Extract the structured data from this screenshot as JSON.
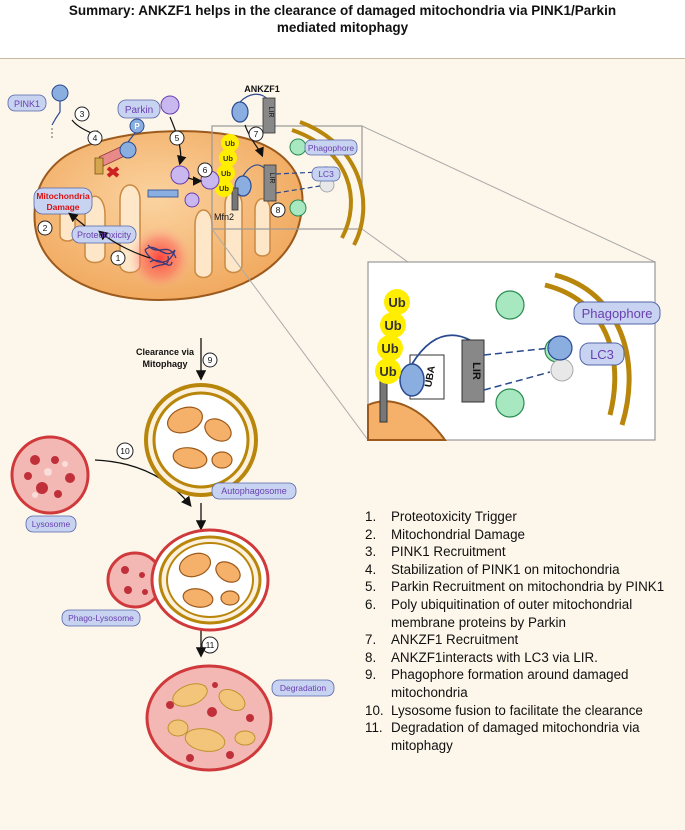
{
  "title_line1": "Summary: ANKZF1 helps in the clearance of damaged mitochondria via PINK1/Parkin",
  "title_line2": "mediated mitophagy",
  "labels": {
    "pink1": "PINK1",
    "parkin": "Parkin",
    "ankzf1": "ANKZF1",
    "lir": "LIR",
    "phagophore": "Phagophore",
    "lc3": "LC3",
    "mitochondria_damage_1": "Mitochondria",
    "mitochondria_damage_2": "Damage",
    "proteotoxicity": "Proteotoxicity",
    "mfn2": "Mfn2",
    "ub": "Ub",
    "uba": "UBA",
    "p": "P",
    "clearance_1": "Clearance via",
    "clearance_2": "Mitophagy",
    "autophagosome": "Autophagosome",
    "lysosome": "Lysosome",
    "phago_lysosome": "Phago-Lysosome",
    "degradation": "Degradation"
  },
  "steps": {
    "s1": "1",
    "s2": "2",
    "s3": "3",
    "s4": "4",
    "s5": "5",
    "s6": "6",
    "s7": "7",
    "s8": "8",
    "s9": "9",
    "s10": "10",
    "s11": "11"
  },
  "legend": [
    {
      "num": "1.",
      "text": "Proteotoxicity Trigger"
    },
    {
      "num": "2.",
      "text": "Mitochondrial Damage"
    },
    {
      "num": "3.",
      "text": "PINK1 Recruitment"
    },
    {
      "num": "4.",
      "text": "Stabilization of PINK1 on mitochondria"
    },
    {
      "num": "5.",
      "text": "Parkin Recruitment on mitochondria by PINK1"
    },
    {
      "num": "6.",
      "text": "Poly ubiquitination of outer mitochondrial membrane proteins by Parkin"
    },
    {
      "num": "7.",
      "text": "ANKZF1 Recruitment"
    },
    {
      "num": "8.",
      "text": "ANKZF1interacts with LC3 via LIR."
    },
    {
      "num": "9.",
      "text": "Phagophore formation around damaged mitochondria"
    },
    {
      "num": "10.",
      "text": "Lysosome fusion to facilitate the clearance"
    },
    {
      "num": "11.",
      "text": "Degradation of damaged mitochondria via mitophagy"
    }
  ],
  "colors": {
    "mito_fill": "#f5b06a",
    "mito_edge": "#9c5a1c",
    "label_box": "#c7d3f0",
    "label_text": "#6a3fb0",
    "ub_yellow": "#ffee00",
    "gold_membrane": "#b8860b",
    "lysosome_red": "#d0393b",
    "lysosome_fill": "#f4b8b4",
    "lc3_green": "#a8e8c0",
    "ankzf1_blue": "#8aaee0"
  }
}
